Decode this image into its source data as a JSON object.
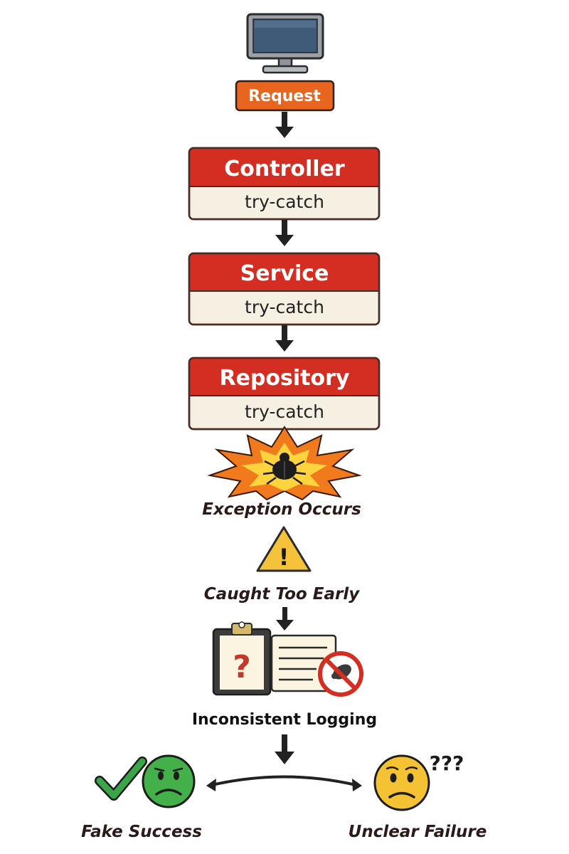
{
  "request": {
    "label": "Request"
  },
  "layers": [
    {
      "title": "Controller",
      "sub": "try-catch"
    },
    {
      "title": "Service",
      "sub": "try-catch"
    },
    {
      "title": "Repository",
      "sub": "try-catch"
    }
  ],
  "exception": {
    "label": "Exception Occurs"
  },
  "warning": {
    "label": "Caught Too Early",
    "glyph": "!"
  },
  "logging": {
    "label": "Inconsistent Logging",
    "clipboard_glyph": "?"
  },
  "outcomes": {
    "left": {
      "label": "Fake Success"
    },
    "right": {
      "label": "Unclear Failure",
      "marks": "???"
    }
  },
  "colors": {
    "request": "#e8651f",
    "layer_header": "#d42e22",
    "layer_body": "#f6f0e2",
    "arrow": "#222222",
    "warning": "#f5c23c",
    "explosion_outer": "#f07a1c",
    "explosion_inner": "#ffd33d",
    "check": "#3aa64a",
    "sad_green": "#43b04a",
    "sad_yellow": "#f4c233"
  },
  "icons": {
    "client": "monitor-icon",
    "exception": "explosion-bug-icon",
    "warning": "warning-triangle-icon",
    "logging": "clipboard-log-icon",
    "no_log": "prohibited-icon",
    "success": "checkmark-icon",
    "sad_green": "sad-face-green-icon",
    "sad_yellow": "sad-face-yellow-icon"
  }
}
